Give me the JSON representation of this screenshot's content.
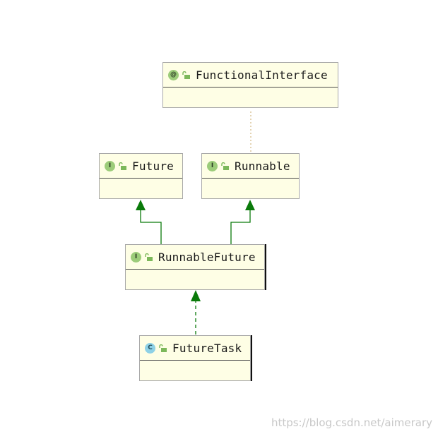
{
  "diagram": {
    "nodes": {
      "functional_interface": {
        "name": "FunctionalInterface",
        "badge": "@",
        "kind": "annotation"
      },
      "future": {
        "name": "Future",
        "badge": "I",
        "kind": "interface"
      },
      "runnable": {
        "name": "Runnable",
        "badge": "I",
        "kind": "interface"
      },
      "runnable_future": {
        "name": "RunnableFuture",
        "badge": "I",
        "kind": "interface"
      },
      "future_task": {
        "name": "FutureTask",
        "badge": "C",
        "kind": "class"
      }
    },
    "edges": [
      {
        "from": "runnable_future",
        "to": "future",
        "type": "extends"
      },
      {
        "from": "runnable_future",
        "to": "runnable",
        "type": "extends"
      },
      {
        "from": "future_task",
        "to": "runnable_future",
        "type": "implements"
      },
      {
        "from": "runnable",
        "to": "functional_interface",
        "type": "annotated-by"
      }
    ],
    "colors": {
      "edge": "#0a7a0a",
      "node_fill": "#fefee5",
      "annotation_link": "#c9a86a"
    }
  },
  "watermark": "https://blog.csdn.net/aimerary"
}
